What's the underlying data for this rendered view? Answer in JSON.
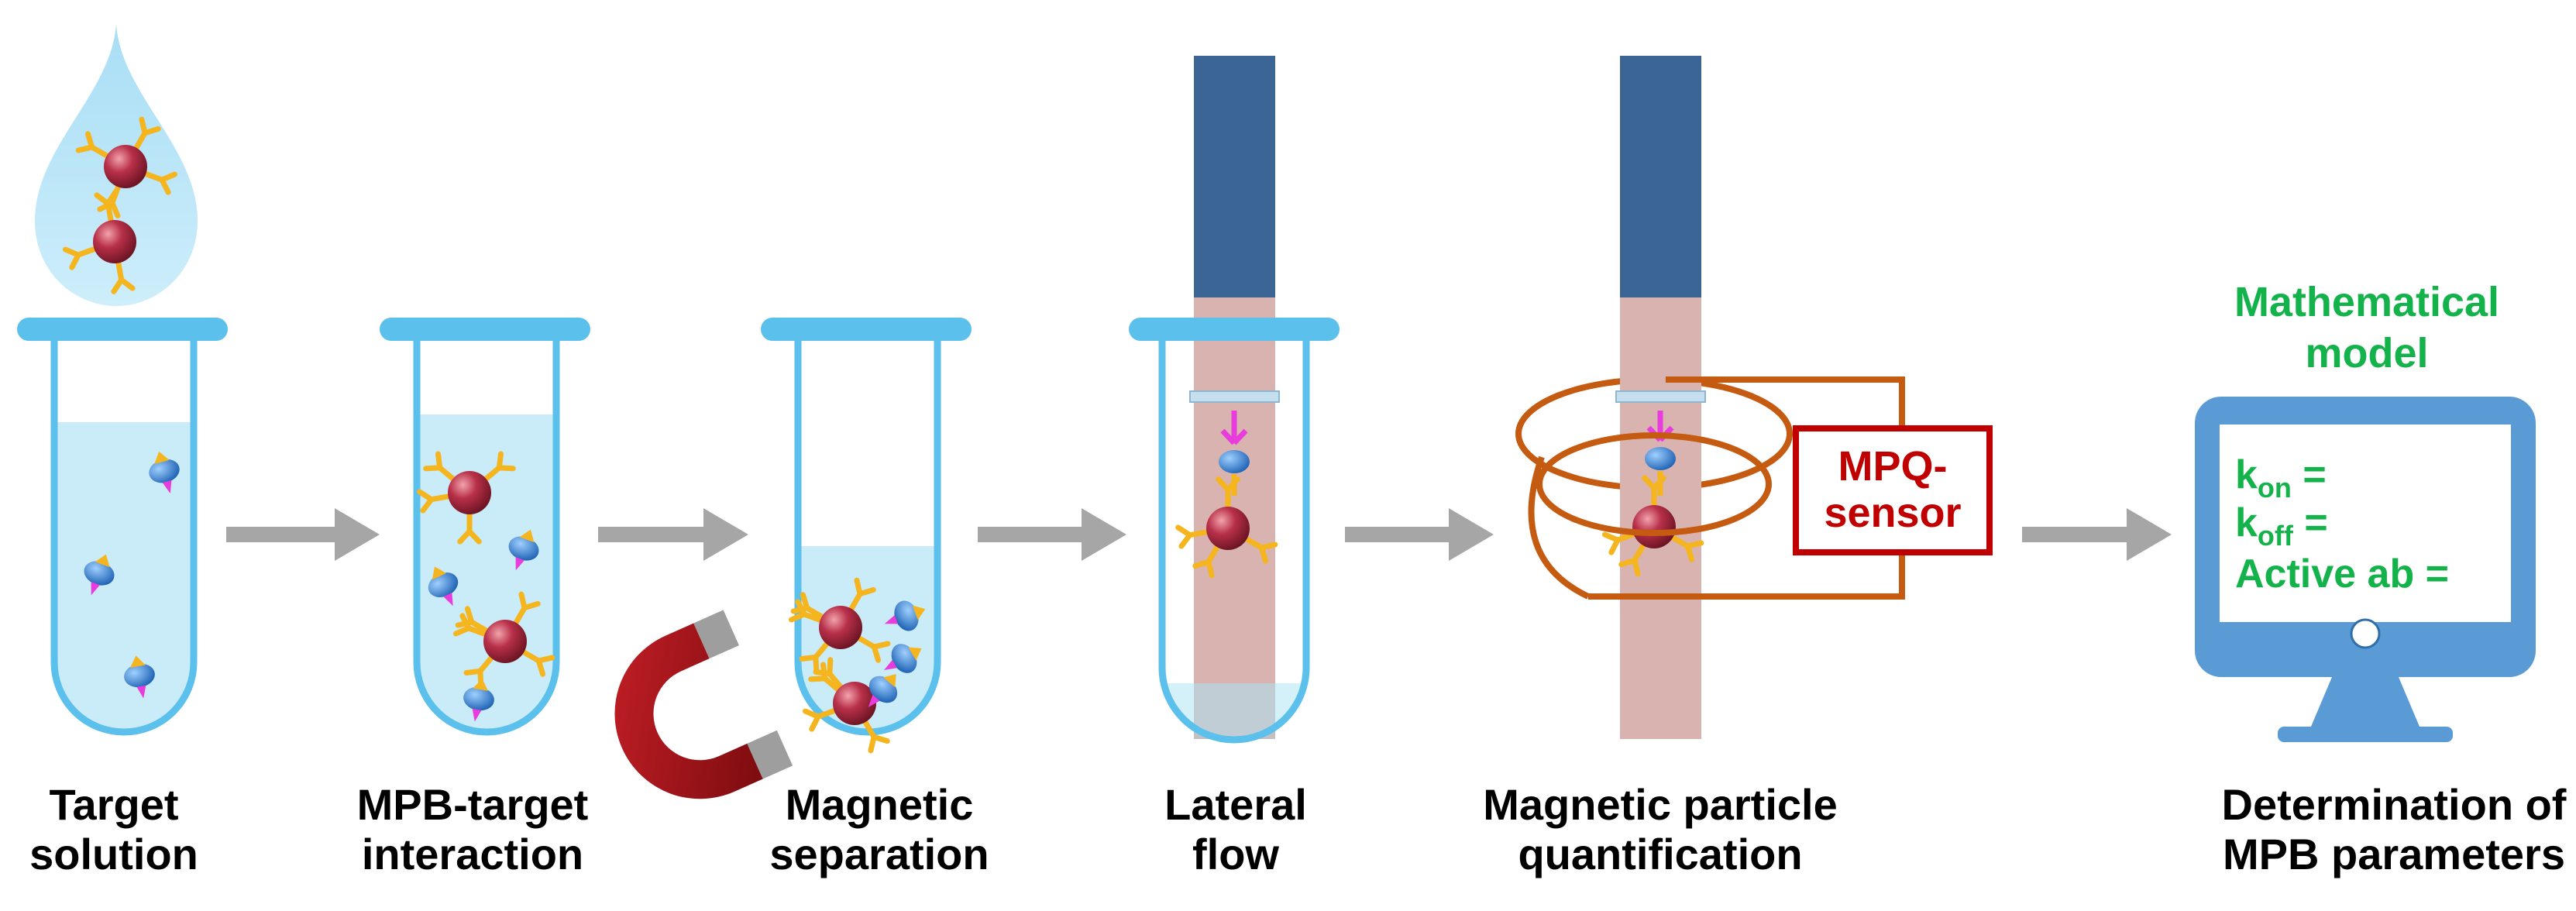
{
  "steps": [
    {
      "id": "target",
      "line1": "Target",
      "line2": "solution"
    },
    {
      "id": "interaction",
      "line1": "MPB-target",
      "line2": "interaction"
    },
    {
      "id": "separation",
      "line1": "Magnetic",
      "line2": "separation"
    },
    {
      "id": "lateral",
      "line1": "Lateral",
      "line2": "flow"
    },
    {
      "id": "quant",
      "line1": "Magnetic particle",
      "line2": "quantification"
    },
    {
      "id": "determination",
      "line1": "Determination of",
      "line2": "MPB parameters"
    }
  ],
  "model": {
    "title_line1": "Mathematical",
    "title_line2": "model",
    "kon_k": "k",
    "kon_sub": "on",
    "kon_eq": " =",
    "koff_k": "k",
    "koff_sub": "off",
    "koff_eq": " =",
    "active": "Active ab ="
  },
  "sensor": {
    "line1": "MPQ-",
    "line2": "sensor"
  },
  "colors": {
    "tube": "#5bc0eb",
    "liquid": "#c9ecf8",
    "strip_top": "#3b6595",
    "strip": "#d8b3b0",
    "particle": "#a3263a",
    "antibody": "#f5b51e",
    "target": "#2d7dd2",
    "tag": "#e83cdd",
    "magnet": "#a51418",
    "coil": "#c55a11",
    "arrow": "#a6a6a6",
    "monitor": "#5b9bd5",
    "green_text": "#13b24a",
    "sensor_red": "#c00000"
  }
}
